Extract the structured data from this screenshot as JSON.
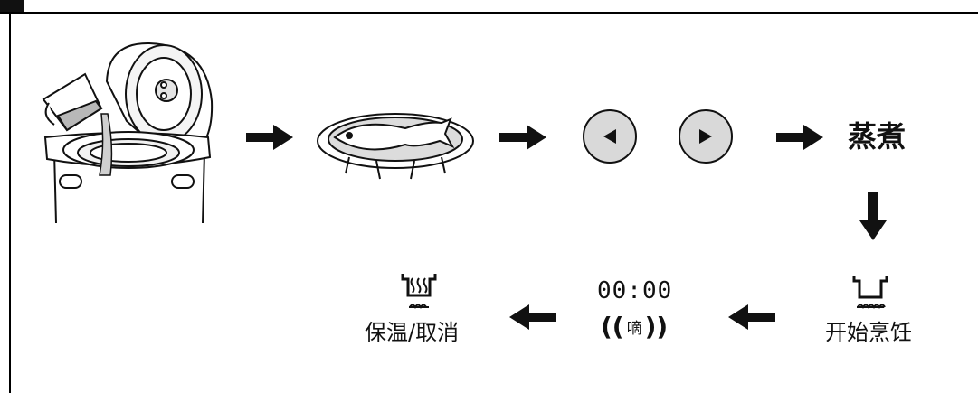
{
  "header": {
    "step_number": "",
    "title": ""
  },
  "buttons": {
    "left_icon": "triangle-left-icon",
    "right_icon": "triangle-right-icon"
  },
  "labels": {
    "steam_cook": "蒸煮",
    "start_cooking": "开始烹饪",
    "keep_warm_cancel": "保温/取消",
    "display_time": "00:00",
    "beep": "嘀"
  },
  "colors": {
    "button_fill": "#d9d9d9",
    "line": "#111111"
  }
}
